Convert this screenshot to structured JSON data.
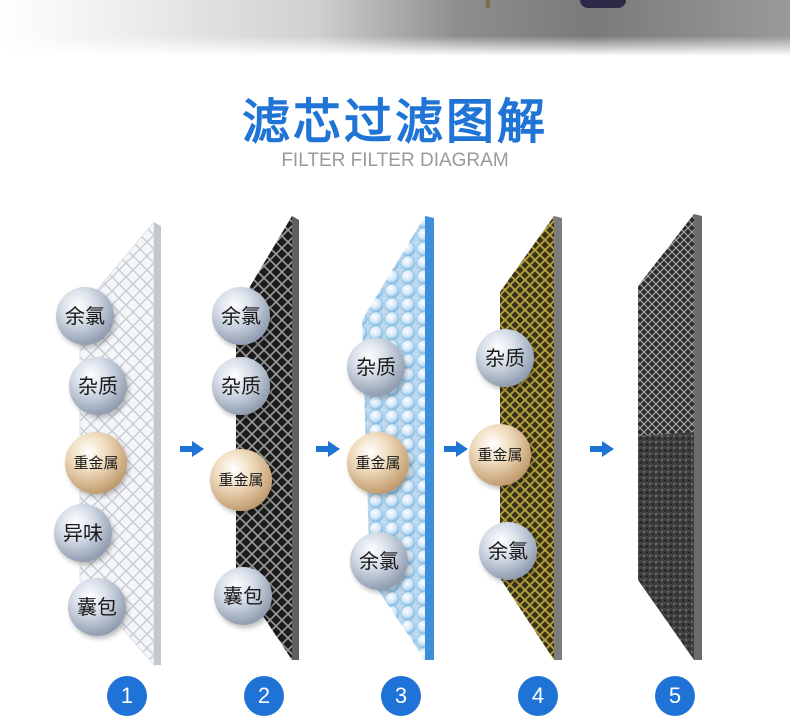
{
  "header": {
    "title": "滤芯过滤图解",
    "subtitle": "FILTER FILTER DIAGRAM"
  },
  "stages": [
    {
      "number": "1",
      "labels": [
        "余氯",
        "杂质",
        "重金属",
        "异味",
        "囊包"
      ]
    },
    {
      "number": "2",
      "labels": [
        "余氯",
        "杂质",
        "重金属",
        "囊包"
      ]
    },
    {
      "number": "3",
      "labels": [
        "杂质",
        "重金属",
        "余氯"
      ]
    },
    {
      "number": "4",
      "labels": [
        "杂质",
        "重金属",
        "余氯"
      ]
    },
    {
      "number": "5",
      "labels": []
    }
  ],
  "colors": {
    "accent": "#1f72d6",
    "ball_grey": "#9aa6b8",
    "ball_gold": "#c9a57a"
  },
  "icons": {
    "arrow": "arrow-right-icon"
  }
}
